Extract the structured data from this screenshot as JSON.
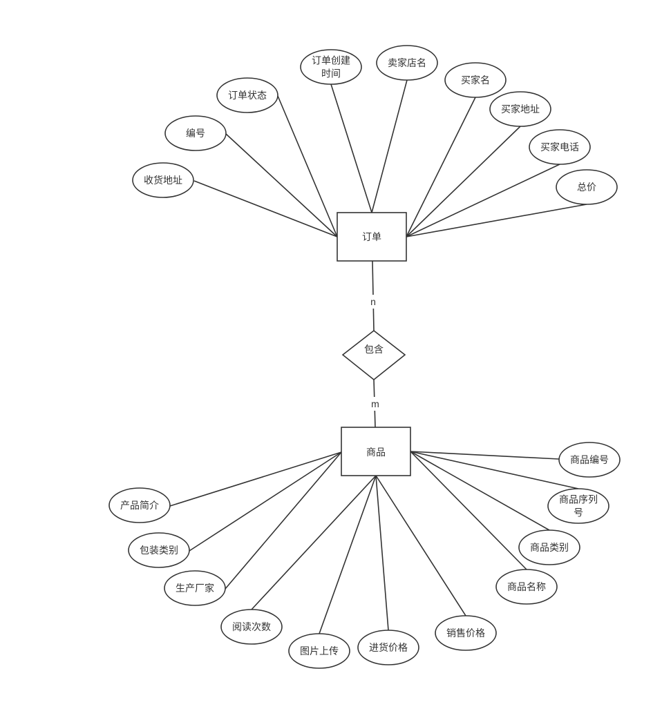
{
  "entities": {
    "order": {
      "label": "订单"
    },
    "product": {
      "label": "商品"
    }
  },
  "relationship": {
    "label": "包含"
  },
  "cardinality": {
    "order_side": "n",
    "product_side": "m"
  },
  "order_attributes": [
    {
      "lines": [
        "收货地址"
      ]
    },
    {
      "lines": [
        "编号"
      ]
    },
    {
      "lines": [
        "订单状态"
      ]
    },
    {
      "lines": [
        "订单创建",
        "时间"
      ]
    },
    {
      "lines": [
        "卖家店名"
      ]
    },
    {
      "lines": [
        "买家名"
      ]
    },
    {
      "lines": [
        "买家地址"
      ]
    },
    {
      "lines": [
        "买家电话"
      ]
    },
    {
      "lines": [
        "总价"
      ]
    }
  ],
  "product_attributes": [
    {
      "lines": [
        "产品简介"
      ]
    },
    {
      "lines": [
        "包装类别"
      ]
    },
    {
      "lines": [
        "生产厂家"
      ]
    },
    {
      "lines": [
        "阅读次数"
      ]
    },
    {
      "lines": [
        "图片上传"
      ]
    },
    {
      "lines": [
        "进货价格"
      ]
    },
    {
      "lines": [
        "销售价格"
      ]
    },
    {
      "lines": [
        "商品名称"
      ]
    },
    {
      "lines": [
        "商品类别"
      ]
    },
    {
      "lines": [
        "商品序列",
        "号"
      ]
    },
    {
      "lines": [
        "商品编号"
      ]
    }
  ]
}
